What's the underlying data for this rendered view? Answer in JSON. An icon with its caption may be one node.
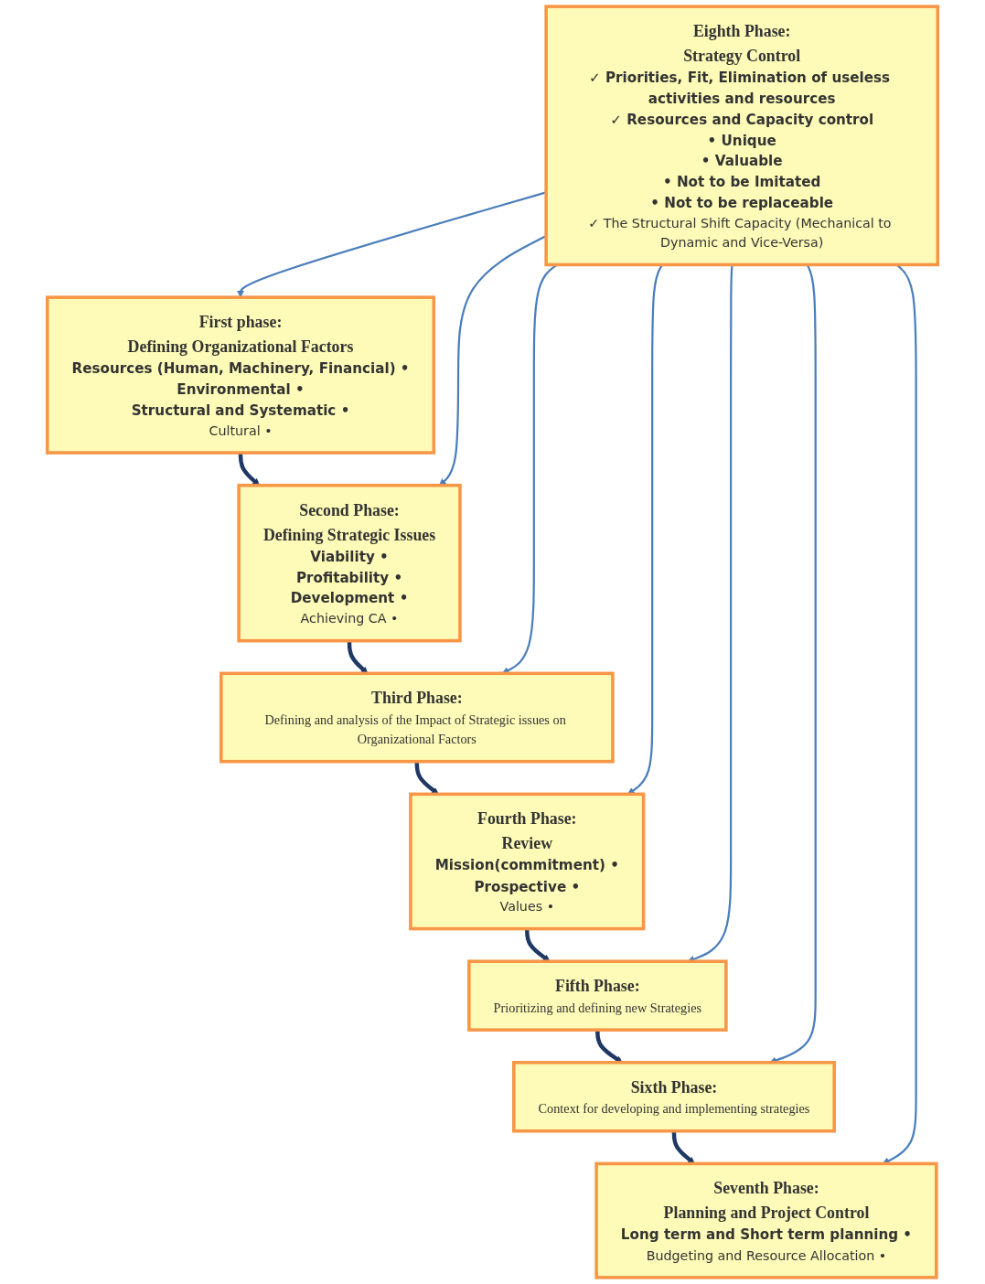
{
  "diagram": {
    "nodes": [
      {
        "text": [
          "First phase:",
          "Defining Organizational Factors",
          "Resources (Human, Machinery, Financial) •",
          "Environmental •",
          "Structural and Systematic •",
          "Cultural •"
        ]
      },
      {
        "text": [
          "Second Phase:",
          "Defining Strategic Issues",
          "Viability •",
          "Profitability •",
          "Development •",
          "Achieving CA •"
        ]
      },
      {
        "text": [
          "Third Phase:",
          "Defining and analysis of the Impact of Strategic issues on Organizational Factors"
        ]
      },
      {
        "text": [
          "Fourth Phase:",
          "Review",
          "Mission(commitment) •",
          "Prospective •",
          "Values •"
        ]
      },
      {
        "text": [
          "Fifth Phase:",
          "Prioritizing and defining new Strategies"
        ]
      },
      {
        "text": [
          "Sixth Phase:",
          "Context for developing and implementing strategies"
        ]
      },
      {
        "text": [
          "Seventh Phase:",
          "Planning and Project Control",
          "Long term and Short term planning •",
          "Budgeting and Resource Allocation •"
        ]
      },
      {
        "text": [
          "Eighth Phase:",
          "Strategy Control",
          "✓ Priorities, Fit, Elimination of useless activities and resources",
          "✓ Resources and Capacity control",
          "• Unique",
          "• Valuable",
          "• Not to be Imitated",
          "• Not to be replaceable",
          "✓ The Structural Shift Capacity (Mechanical to Dynamic and Vice-Versa)"
        ]
      }
    ],
    "edges": [
      {
        "from": 0,
        "to": 1,
        "arrow": "to",
        "style": "thick",
        "color": "#1f3864"
      },
      {
        "from": 1,
        "to": 2,
        "arrow": "to",
        "style": "thick",
        "color": "#1f3864"
      },
      {
        "from": 2,
        "to": 3,
        "arrow": "to",
        "style": "thick",
        "color": "#1f3864"
      },
      {
        "from": 3,
        "to": 4,
        "arrow": "to",
        "style": "thick",
        "color": "#1f3864"
      },
      {
        "from": 4,
        "to": 5,
        "arrow": "to",
        "style": "thick",
        "color": "#1f3864"
      },
      {
        "from": 5,
        "to": 6,
        "arrow": "to",
        "style": "thick",
        "color": "#1f3864"
      },
      {
        "from": 7,
        "to": 0,
        "arrow": "to"
      },
      {
        "from": 7,
        "to": 1,
        "arrow": "to"
      },
      {
        "from": 7,
        "to": 2,
        "arrow": "to"
      },
      {
        "from": 7,
        "to": 3,
        "arrow": "to"
      },
      {
        "from": 7,
        "to": 4,
        "arrow": "to"
      },
      {
        "from": 7,
        "to": 5,
        "arrow": "to"
      },
      {
        "from": 7,
        "to": 6,
        "arrow": "to"
      }
    ]
  }
}
